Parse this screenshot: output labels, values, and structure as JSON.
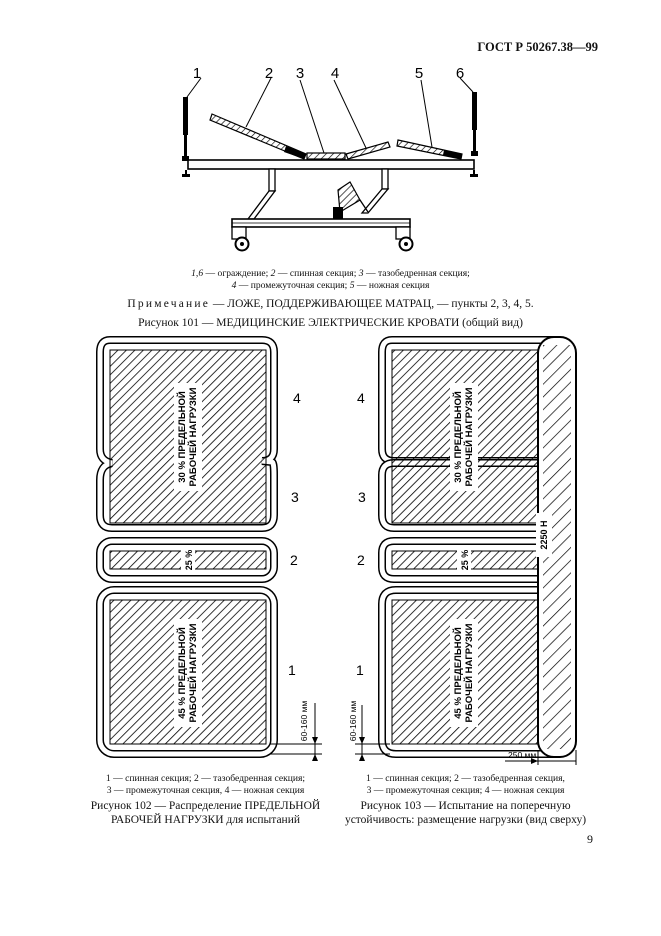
{
  "header": {
    "standard": "ГОСТ Р 50267.38—99"
  },
  "figure101": {
    "callouts": [
      "1",
      "2",
      "3",
      "4",
      "5",
      "6"
    ],
    "legend_line1_items": [
      {
        "num": "1,6",
        "text": " — ограждение; "
      },
      {
        "num": "2",
        "text": " — спинная секция; "
      },
      {
        "num": "3",
        "text": " — тазобедренная секция;"
      }
    ],
    "legend_line2_items": [
      {
        "num": "4",
        "text": " — промежуточная секция; "
      },
      {
        "num": "5",
        "text": " — ножная секция"
      }
    ],
    "note_label": "Примечание",
    "note_text": "— ЛОЖЕ, ПОДДЕРЖИВАЮЩЕЕ МАТРАЦ, — пункты 2, 3, 4, 5.",
    "title": "Рисунок 101 — МЕДИЦИНСКИЕ ЭЛЕКТРИЧЕСКИЕ КРОВАТИ (общий вид)"
  },
  "figure102": {
    "section_numbers": [
      "4",
      "3",
      "2",
      "1"
    ],
    "load_top_line1": "30 % ПРЕДЕЛЬНОЙ",
    "load_top_line2": "РАБОЧЕЙ НАГРУЗКИ",
    "load_mid": "25 %",
    "load_bottom_line1": "45 % ПРЕДЕЛЬНОЙ",
    "load_bottom_line2": "РАБОЧЕЙ НАГРУЗКИ",
    "dimension": "60-160 мм",
    "legend_line1": "1 — спинная секция; 2 — тазобедренная секция;",
    "legend_line2": "3 — промежуточная секция, 4 — ножная секция",
    "caption_line1": "Рисунок 102 — Распределение ПРЕДЕЛЬНОЙ",
    "caption_line2": "РАБОЧЕЙ НАГРУЗКИ для испытаний"
  },
  "figure103": {
    "section_numbers": [
      "4",
      "3",
      "2",
      "1"
    ],
    "load_top_line1": "30 % ПРЕДЕЛЬНОЙ",
    "load_top_line2": "РАБОЧЕЙ НАГРУЗКИ",
    "load_mid": "25 %",
    "load_bottom_line1": "45 % ПРЕДЕЛЬНОЙ",
    "load_bottom_line2": "РАБОЧЕЙ НАГРУЗКИ",
    "side_load": "2250 Н",
    "dimension_v": "60-160 мм",
    "dimension_h": "250 мм",
    "legend_line1": "1 — спинная секция; 2 — тазобедренная секция,",
    "legend_line2": "3 — промежуточная секция; 4 — ножная секция",
    "caption_line1": "Рисунок 103 — Испытание на поперечную",
    "caption_line2": "устойчивость: размещение нагрузки (вид сверху)"
  },
  "page": {
    "number": "9"
  }
}
